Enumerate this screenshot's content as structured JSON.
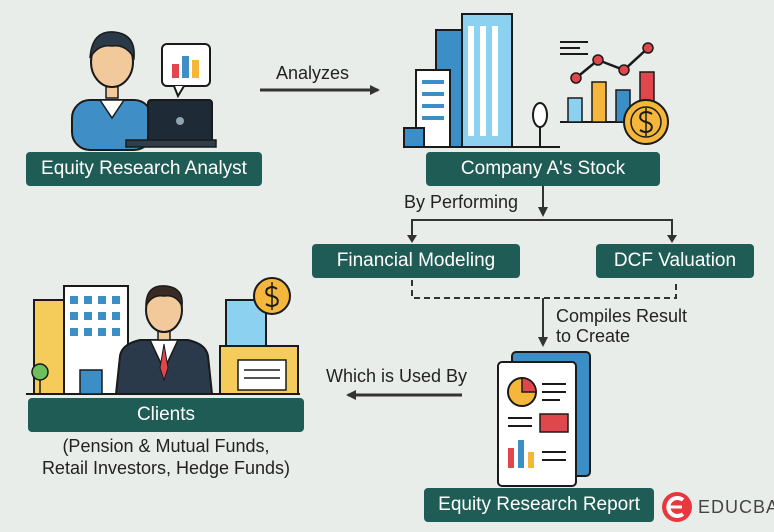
{
  "nodes": {
    "analyst": "Equity Research Analyst",
    "stock": "Company A's Stock",
    "modeling": "Financial Modeling",
    "dcf": "DCF Valuation",
    "clients": "Clients",
    "clients_detail_1": "(Pension & Mutual Funds,",
    "clients_detail_2": "Retail Investors, Hedge Funds)",
    "report": "Equity Research Report"
  },
  "edges": {
    "analyzes": "Analyzes",
    "by_performing": "By Performing",
    "compiles_1": "Compiles Result",
    "compiles_2": "to Create",
    "used_by": "Which is Used By"
  },
  "brand": {
    "name": "EDUCBA",
    "logo_icon": "educba-logo-icon"
  },
  "colors": {
    "box": "#1f5c55",
    "text": "#222222",
    "background": "#e9ede9",
    "logo": "#e8383d"
  }
}
